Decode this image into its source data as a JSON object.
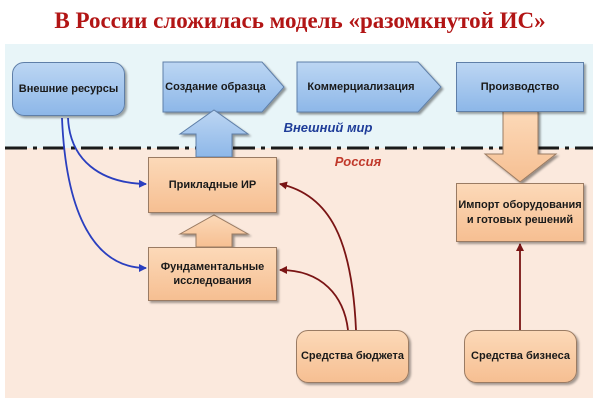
{
  "title": "В России сложилась модель «разомкнутой ИС»",
  "zones": {
    "world": "Внешний мир",
    "russia": "Россия"
  },
  "nodes": {
    "external_resources": "Внешние ресурсы",
    "prototype": "Создание образца",
    "commercialization": "Коммерциализация",
    "production": "Производство",
    "applied_rd": "Прикладные ИР",
    "fundamental_research": "Фундаментальные исследования",
    "import": "Импорт оборудования и готовых решений",
    "budget": "Средства бюджета",
    "business": "Средства бизнеса"
  },
  "colors": {
    "title": "#b21515",
    "world_label": "#1f3d99",
    "russia_label": "#c0392b",
    "blue_arrow": "#2a3fbf",
    "dark_red_arrow": "#7a1414"
  }
}
